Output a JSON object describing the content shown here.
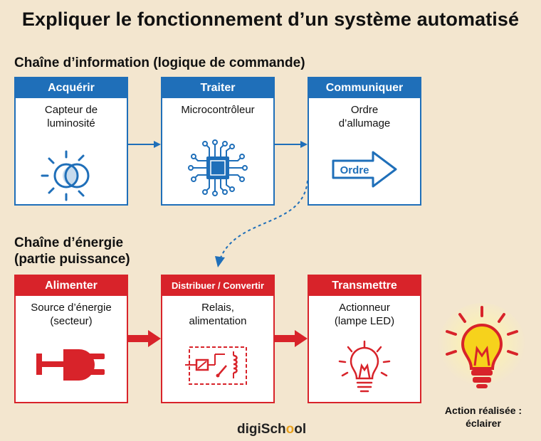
{
  "title": "Expliquer le fonctionnement d’un système automatisé",
  "info_chain": {
    "heading": "Chaîne d’information (logique de commande)",
    "steps": [
      {
        "head": "Acquérir",
        "line1": "Capteur de",
        "line2": "luminosité",
        "icon": "light-sensor-icon"
      },
      {
        "head": "Traiter",
        "line1": "Microcontrôleur",
        "line2": "",
        "icon": "microchip-icon"
      },
      {
        "head": "Communiquer",
        "line1": "Ordre",
        "line2": "d’allumage",
        "icon": "order-arrow-icon",
        "icon_text": "Ordre"
      }
    ]
  },
  "energy_chain": {
    "heading_line1": "Chaîne d’énergie",
    "heading_line2": "(partie puissance)",
    "steps": [
      {
        "head": "Alimenter",
        "line1": "Source d’énergie",
        "line2": "(secteur)",
        "icon": "power-plug-icon"
      },
      {
        "head": "Distribuer / Convertir",
        "line1": "Relais,",
        "line2": "alimentation",
        "icon": "relay-icon"
      },
      {
        "head": "Transmettre",
        "line1": "Actionneur",
        "line2": "(lampe LED)",
        "icon": "led-bulb-icon"
      }
    ]
  },
  "result": {
    "line1": "Action réalisée :",
    "line2": "éclairer",
    "icon": "lit-bulb-icon"
  },
  "logo": {
    "part1": "digiSch",
    "part2": "o",
    "part3": "ol"
  },
  "colors": {
    "info": "#1f6fb9",
    "energy": "#d8232a",
    "background": "#f3e6cf",
    "bulb": "#f6d21c"
  }
}
